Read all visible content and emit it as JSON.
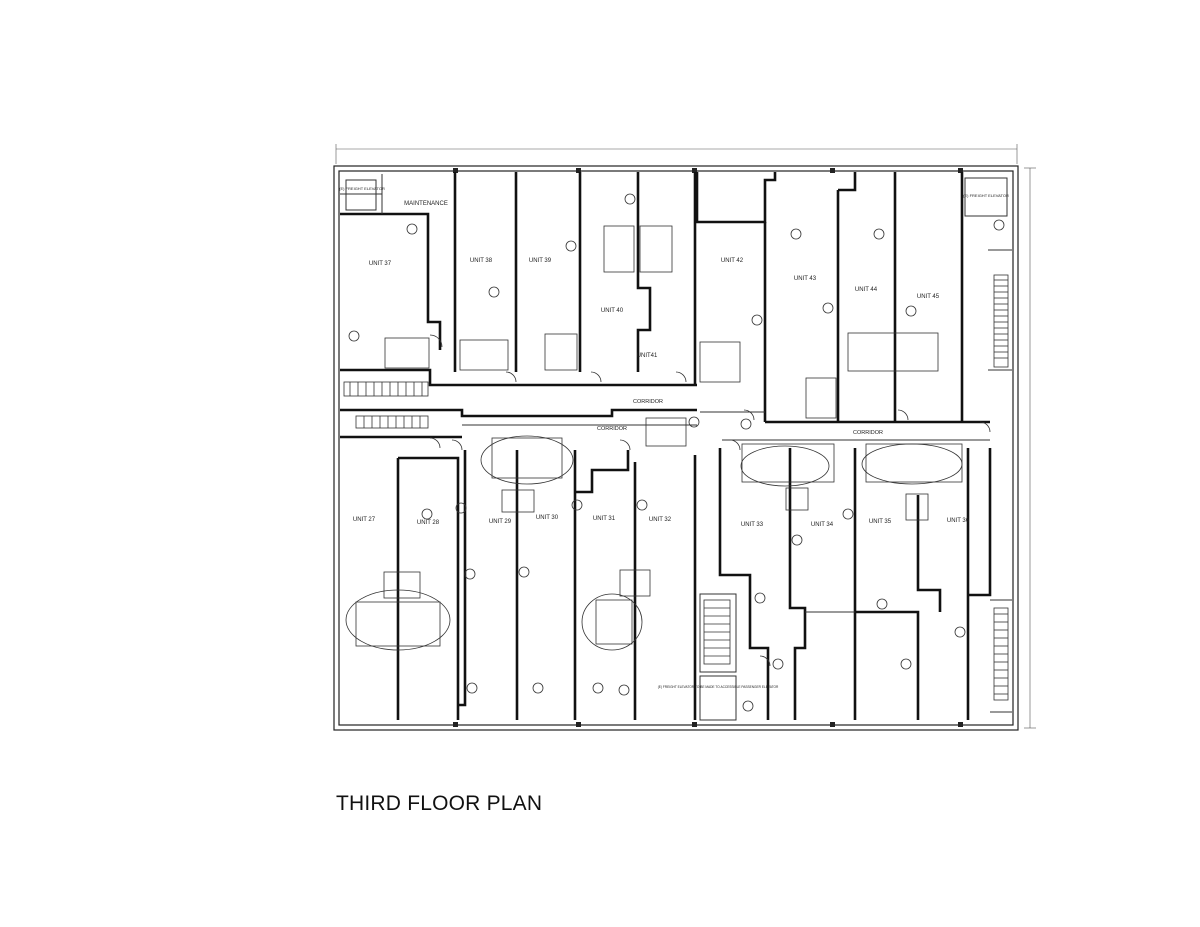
{
  "drawing_title": "THIRD FLOOR PLAN",
  "rooms": {
    "maintenance": "MAINTENANCE",
    "freight_elevator_nw": "(E) FREIGHT ELEVATOR",
    "freight_elevator_ne": "(E) FREIGHT ELEVATOR",
    "freight_elevator_south": "(E) FREIGHT ELEVATOR TO BE MADE TO ACCESSIBLE PASSENGER ELEVATOR",
    "corridor_north": "CORRIDOR",
    "corridor_mid": "CORRIDOR",
    "corridor_east": "CORRIDOR"
  },
  "units": {
    "u27": "UNIT 27",
    "u28": "UNIT 28",
    "u29": "UNIT 29",
    "u30": "UNIT 30",
    "u31": "UNIT 31",
    "u32": "UNIT 32",
    "u33": "UNIT 33",
    "u34": "UNIT 34",
    "u35": "UNIT 35",
    "u36": "UNIT 36",
    "u37": "UNIT 37",
    "u38": "UNIT 38",
    "u39": "UNIT 39",
    "u40": "UNIT 40",
    "u41": "UNIT41",
    "u42": "UNIT 42",
    "u43": "UNIT 43",
    "u44": "UNIT 44",
    "u45": "UNIT 45"
  }
}
